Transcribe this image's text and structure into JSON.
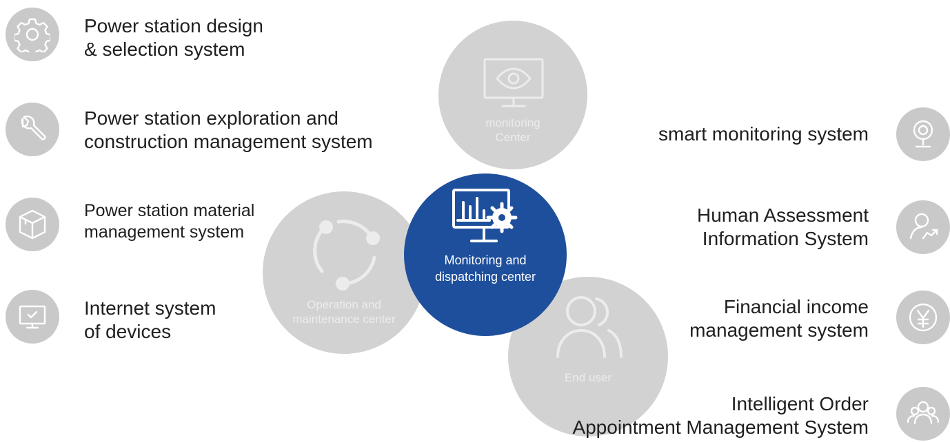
{
  "left_systems": [
    {
      "icon": "gear-icon",
      "lines": [
        "Power station design",
        "& selection system"
      ]
    },
    {
      "icon": "wrench-icon",
      "lines": [
        "Power station exploration and",
        "construction management system"
      ]
    },
    {
      "icon": "box-icon",
      "lines": [
        "Power station material",
        "management system"
      ]
    },
    {
      "icon": "monitor-check-icon",
      "lines": [
        "Internet system",
        "of devices"
      ]
    }
  ],
  "right_systems": [
    {
      "icon": "webcam-icon",
      "lines": [
        "smart monitoring system"
      ]
    },
    {
      "icon": "person-chart-icon",
      "lines": [
        "Human Assessment",
        "Information System"
      ]
    },
    {
      "icon": "yen-icon",
      "lines": [
        "Financial income",
        "management system"
      ]
    },
    {
      "icon": "group-icon",
      "lines": [
        "Intelligent Order",
        "Appointment Management System"
      ]
    }
  ],
  "hubs": {
    "monitoring": {
      "icon": "eye-monitor-icon",
      "lines": [
        "monitoring",
        "Center"
      ]
    },
    "operation": {
      "icon": "cycle-icon",
      "lines": [
        "Operation and",
        "maintenance center"
      ]
    },
    "end_user": {
      "icon": "users-icon",
      "lines": [
        "End user"
      ]
    },
    "center": {
      "icon": "dashboard-gear-icon",
      "lines": [
        "Monitoring and",
        "dispatching center"
      ]
    }
  },
  "colors": {
    "hub_gray": "#d2d2d2",
    "badge_gray": "#c9c9c9",
    "center_blue": "#1e4f9c"
  }
}
